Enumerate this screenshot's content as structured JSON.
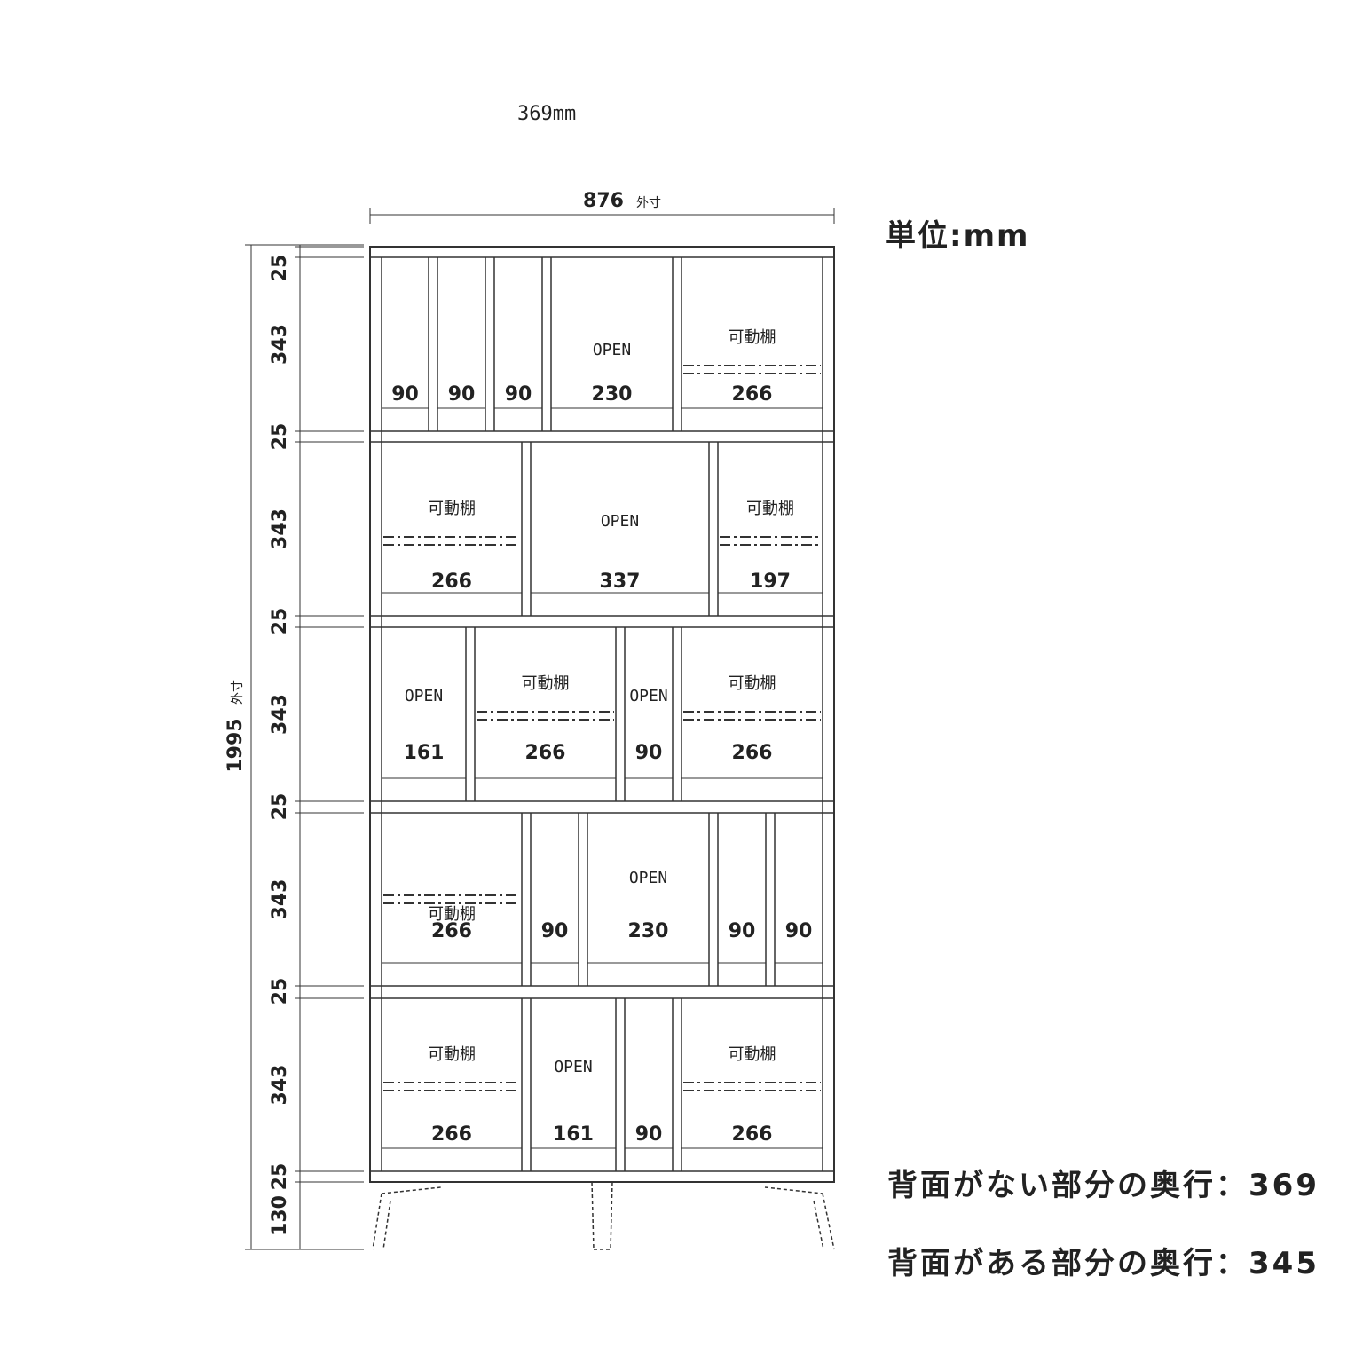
{
  "depth_label": "369mm",
  "unit_label": "単位:mm",
  "width_label": "876",
  "width_suffix": "外寸",
  "height_label": "1995",
  "height_suffix": "外寸",
  "notes": [
    "背面がない部分の奥行：369",
    "背面がある部分の奥行：345"
  ],
  "vertical_dims": [
    "25",
    "343",
    "25",
    "343",
    "25",
    "343",
    "25",
    "343",
    "25",
    "343",
    "25",
    "130"
  ],
  "rows": [
    {
      "cells": [
        {
          "width": "90",
          "type": ""
        },
        {
          "width": "90",
          "type": ""
        },
        {
          "width": "90",
          "type": ""
        },
        {
          "width": "230",
          "type": "OPEN"
        },
        {
          "width": "266",
          "type": "可動棚"
        }
      ]
    },
    {
      "cells": [
        {
          "width": "266",
          "type": "可動棚"
        },
        {
          "width": "337",
          "type": "OPEN"
        },
        {
          "width": "197",
          "type": "可動棚"
        }
      ]
    },
    {
      "cells": [
        {
          "width": "161",
          "type": "OPEN"
        },
        {
          "width": "266",
          "type": "可動棚"
        },
        {
          "width": "90",
          "type": "OPEN"
        },
        {
          "width": "266",
          "type": "可動棚"
        }
      ]
    },
    {
      "cells": [
        {
          "width": "266",
          "type": "可動棚"
        },
        {
          "width": "90",
          "type": ""
        },
        {
          "width": "230",
          "type": "OPEN"
        },
        {
          "width": "90",
          "type": ""
        },
        {
          "width": "90",
          "type": ""
        }
      ]
    },
    {
      "cells": [
        {
          "width": "266",
          "type": "可動棚"
        },
        {
          "width": "161",
          "type": "OPEN"
        },
        {
          "width": "90",
          "type": ""
        },
        {
          "width": "266",
          "type": "可動棚"
        }
      ]
    }
  ]
}
